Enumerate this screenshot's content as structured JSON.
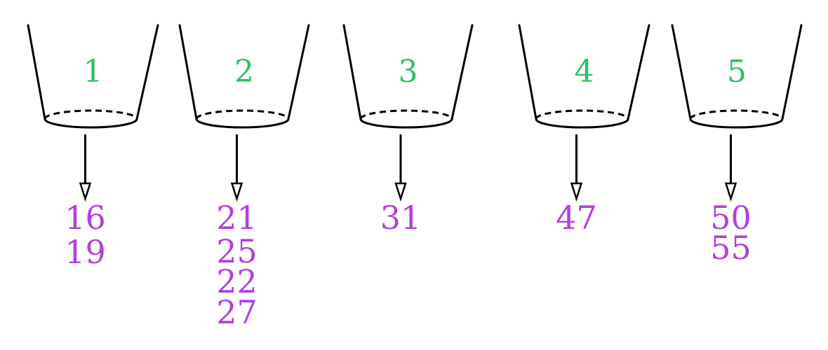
{
  "colors": {
    "label": "#2fbf65",
    "item": "#b23ee0",
    "stroke": "#000000"
  },
  "buckets": [
    {
      "label": "1",
      "items": [
        "16",
        "19"
      ]
    },
    {
      "label": "2",
      "items": [
        "21",
        "25",
        "22",
        "27"
      ]
    },
    {
      "label": "3",
      "items": [
        "31"
      ]
    },
    {
      "label": "4",
      "items": [
        "47"
      ]
    },
    {
      "label": "5",
      "items": [
        "50",
        "55"
      ]
    }
  ]
}
